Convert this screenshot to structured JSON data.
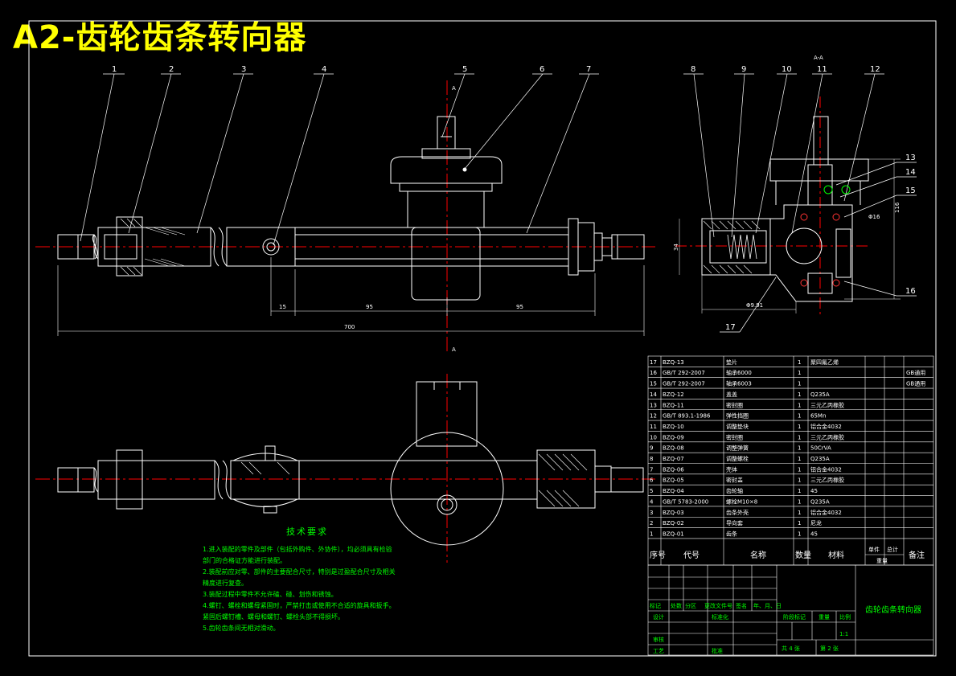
{
  "title": "A2-齿轮齿条转向器",
  "balloons": [
    "1",
    "2",
    "3",
    "4",
    "5",
    "6",
    "7",
    "8",
    "9",
    "10",
    "11",
    "12",
    "13",
    "14",
    "15",
    "16",
    "17"
  ],
  "dimensions": {
    "d_15": "15",
    "d_95a": "95",
    "d_95b": "95",
    "d_700": "700",
    "d_116": "116",
    "d_34": "34",
    "d_phi16": "Φ16",
    "d_91": "Φ9.91",
    "sec_top": "A-A",
    "sec_a1": "A",
    "sec_a2": "A"
  },
  "tech": {
    "heading": "技术要求",
    "lines": [
      "1.进入装配的零件及部件（包括外购件、外协件），均必须具有检验",
      "部门的合格证方能进行装配。",
      "2.装配前应对零、部件的主要配合尺寸，特别是过盈配合尺寸及相关",
      "精度进行复查。",
      "3.装配过程中零件不允许磕、碰、划伤和锈蚀。",
      "4.螺钉、螺栓和螺母紧固时，严禁打击或使用不合适的旋具和扳手。",
      "紧固后螺钉槽、螺母和螺钉、螺栓头部不得损坏。",
      "5.齿轮齿条间无相对滑动。"
    ]
  },
  "bom": {
    "rows": [
      [
        "17",
        "BZQ-13",
        "垫片",
        "1",
        "聚四氟乙烯",
        ""
      ],
      [
        "16",
        "GB/T 292-2007",
        "轴承6000",
        "1",
        "",
        "GB通用"
      ],
      [
        "15",
        "GB/T 292-2007",
        "轴承6003",
        "1",
        "",
        "GB通用"
      ],
      [
        "14",
        "BZQ-12",
        "盖盖",
        "1",
        "Q235A",
        ""
      ],
      [
        "13",
        "BZQ-11",
        "密封圈",
        "1",
        "三元乙丙橡胶",
        ""
      ],
      [
        "12",
        "GB/T 893.1-1986",
        "弹性挡圈",
        "1",
        "65Mn",
        ""
      ],
      [
        "11",
        "BZQ-10",
        "调整垫块",
        "1",
        "铝合金4032",
        ""
      ],
      [
        "10",
        "BZQ-09",
        "密封圈",
        "1",
        "三元乙丙橡胶",
        ""
      ],
      [
        "9",
        "BZQ-08",
        "调整弹簧",
        "1",
        "50CrVA",
        ""
      ],
      [
        "8",
        "BZQ-07",
        "调整螺栓",
        "1",
        "Q235A",
        ""
      ],
      [
        "7",
        "BZQ-06",
        "壳体",
        "1",
        "铝合金4032",
        ""
      ],
      [
        "6",
        "BZQ-05",
        "密封盖",
        "1",
        "三元乙丙橡胶",
        ""
      ],
      [
        "5",
        "BZQ-04",
        "齿轮轴",
        "1",
        "45",
        ""
      ],
      [
        "4",
        "GB/T 5783-2000",
        "螺栓M10×8",
        "1",
        "Q235A",
        ""
      ],
      [
        "3",
        "BZQ-03",
        "齿条外壳",
        "1",
        "铝合金4032",
        ""
      ],
      [
        "2",
        "BZQ-02",
        "导向套",
        "1",
        "尼龙",
        ""
      ],
      [
        "1",
        "BZQ-01",
        "齿条",
        "1",
        "45",
        ""
      ]
    ],
    "header": [
      "序号",
      "代号",
      "名称",
      "数量",
      "材料",
      "单件",
      "总计",
      "重量",
      "备注"
    ]
  },
  "titleblock": {
    "drawing_name": "齿轮齿条转向器",
    "r1": [
      "标记",
      "处数",
      "分区",
      "更改文件号",
      "签名",
      "年、月、日"
    ],
    "design": "设计",
    "standard": "标准化",
    "stage": "阶段标记",
    "weight": "重量",
    "scale": "比例",
    "scale_val": "1:1",
    "review": "审核",
    "process": "工艺",
    "approve": "批准",
    "sheets": "共 4 张",
    "sheet_no": "第 2 张"
  }
}
